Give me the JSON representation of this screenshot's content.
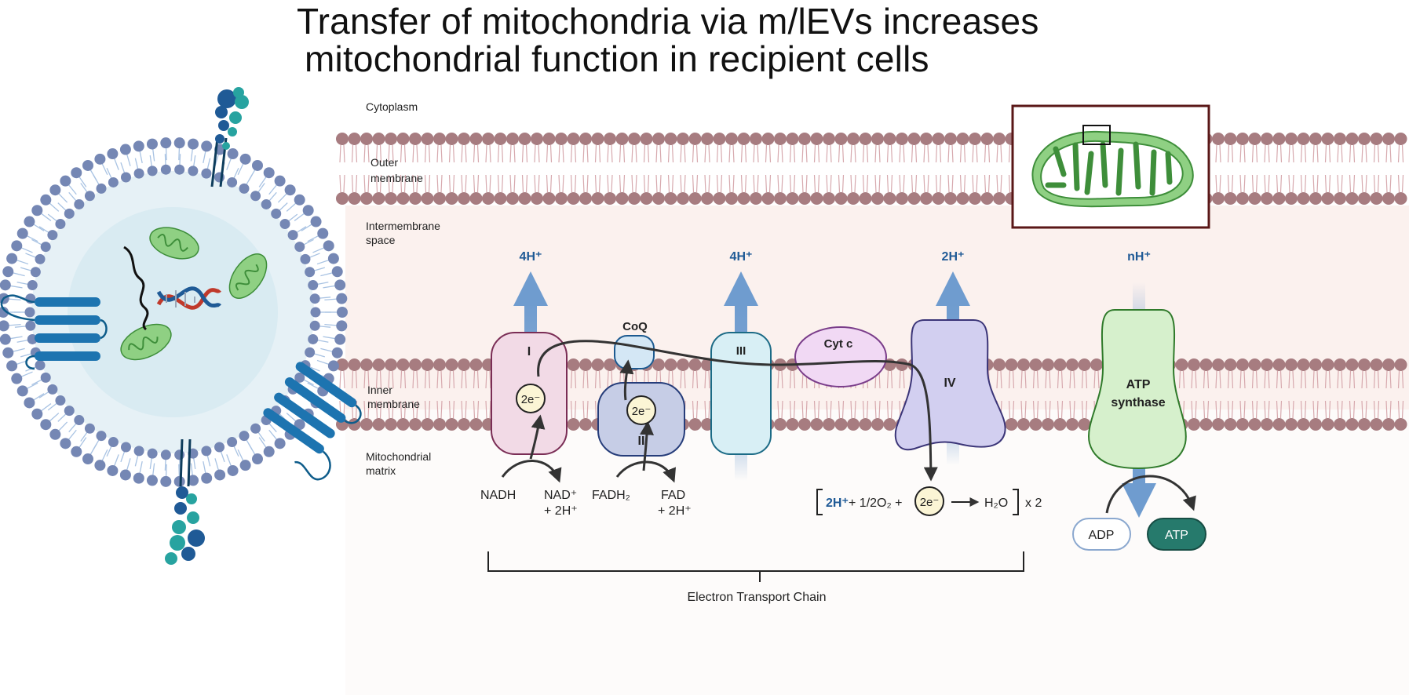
{
  "title": {
    "line1": "Transfer of mitochondria via m/lEVs increases",
    "line2": "mitochondrial function in recipient cells"
  },
  "region_labels": {
    "cytoplasm": "Cytoplasm",
    "outer_membrane_1": "Outer",
    "outer_membrane_2": "membrane",
    "intermembrane_1": "Intermembrane",
    "intermembrane_2": "space",
    "inner_membrane_1": "Inner",
    "inner_membrane_2": "membrane",
    "matrix_1": "Mitochondrial",
    "matrix_2": "matrix"
  },
  "complexes": {
    "c1": "I",
    "c2": "II",
    "c3": "III",
    "c4": "IV",
    "coq": "CoQ",
    "cytc": "Cyt c",
    "atp_synthase_1": "ATP",
    "atp_synthase_2": "synthase"
  },
  "protons": {
    "c1": "4H⁺",
    "c3": "4H⁺",
    "c4": "2H⁺",
    "atp": "nH⁺"
  },
  "electrons": {
    "c1": "2e⁻",
    "c2": "2e⁻",
    "c4": "2e⁻"
  },
  "substrates": {
    "nadh": "NADH",
    "nad": "NAD⁺",
    "nad_plus": "+ 2H⁺",
    "fadh2": "FADH₂",
    "fad": "FAD",
    "fad_plus": "+ 2H⁺",
    "adp": "ADP",
    "atp": "ATP"
  },
  "equation": {
    "protons": "2H⁺",
    "oxygen": "+ 1/2O₂ +",
    "product": "H₂O",
    "multiplier": "x 2"
  },
  "bracket_label": "Electron Transport Chain",
  "colors": {
    "proton_blue": "#1f5a96",
    "arrow_blue": "#6f9ccf",
    "membrane_head": "#a77c80",
    "intermembrane_bg": "#fbf1ee",
    "ev_head": "#7587b4",
    "mito_green": "#74c36d",
    "frame_red": "#5a1717"
  }
}
